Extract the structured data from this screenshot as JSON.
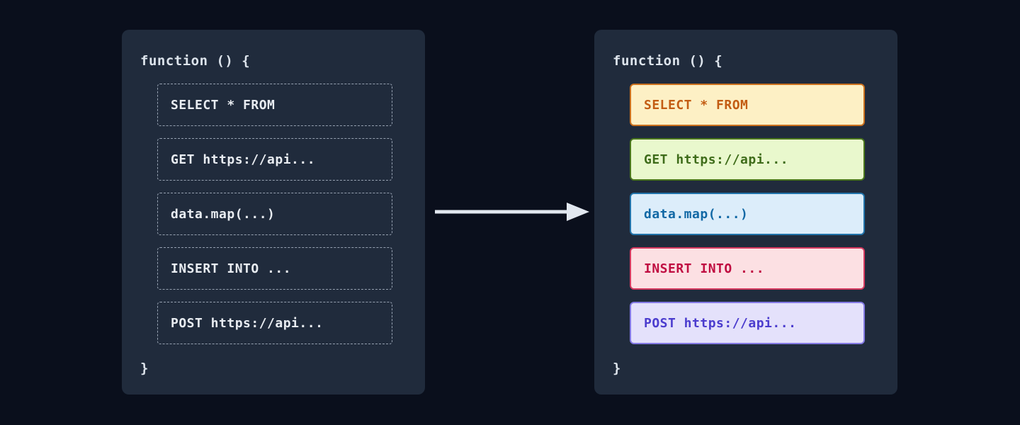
{
  "left_panel": {
    "header": "function () {",
    "footer": "}",
    "items": [
      {
        "label": "SELECT * FROM"
      },
      {
        "label": "GET https://api..."
      },
      {
        "label": "data.map(...)"
      },
      {
        "label": "INSERT INTO ..."
      },
      {
        "label": "POST https://api..."
      }
    ]
  },
  "right_panel": {
    "header": "function () {",
    "footer": "}",
    "items": [
      {
        "label": "SELECT * FROM",
        "bg": "#fdf0c5",
        "border": "#cb701d",
        "text": "#c35c13"
      },
      {
        "label": "GET https://api...",
        "bg": "#e9f8cd",
        "border": "#4a771c",
        "text": "#3e6c1a"
      },
      {
        "label": "data.map(...)",
        "bg": "#dcedfa",
        "border": "#2173aa",
        "text": "#1168a5"
      },
      {
        "label": "INSERT INTO ...",
        "bg": "#fce0e3",
        "border": "#d63a60",
        "text": "#c00d41"
      },
      {
        "label": "POST https://api...",
        "bg": "#e4e1fb",
        "border": "#8379e3",
        "text": "#4b3cce"
      }
    ]
  },
  "arrow": {
    "color": "#e2e8f0"
  },
  "colors": {
    "page_background": "#0a0f1c",
    "panel_background": "#202b3c",
    "dashed_border": "#96a1b1",
    "code_text_light": "#e8ecf1"
  }
}
